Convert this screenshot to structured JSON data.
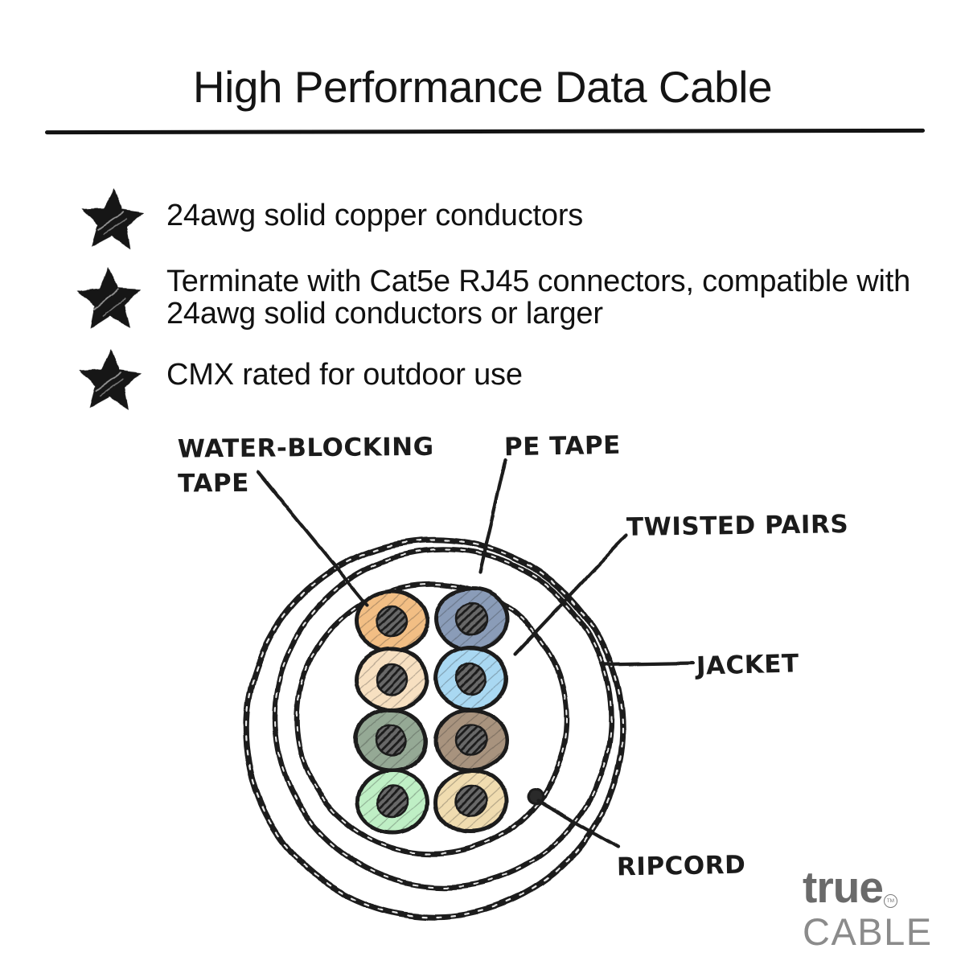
{
  "title": "High Performance Data Cable",
  "features": [
    {
      "icon": "star-icon",
      "label": "24awg solid copper conductors"
    },
    {
      "icon": "star-icon",
      "label": "Terminate with Cat5e RJ45 connectors, compatible with 24awg solid conductors or larger"
    },
    {
      "icon": "star-icon",
      "label": "CMX rated for outdoor use"
    }
  ],
  "icon_color": "#141414",
  "diagram": {
    "type": "cable-cross-section",
    "ink_color": "#1d1d1d",
    "labels": {
      "water_blocking_tape": "WATER-BLOCKING TAPE",
      "pe_tape": "PE TAPE",
      "twisted_pairs": "TWISTED PAIRS",
      "jacket": "JACKET",
      "ripcord": "RIPCORD"
    },
    "wires": [
      {
        "name": "orange",
        "color": "#F2BE84"
      },
      {
        "name": "blue-gray",
        "color": "#8A9CB8"
      },
      {
        "name": "cream",
        "color": "#F7E0C1"
      },
      {
        "name": "light-blue",
        "color": "#A9D8F2"
      },
      {
        "name": "green-gray",
        "color": "#95A995"
      },
      {
        "name": "brown",
        "color": "#A8937E"
      },
      {
        "name": "light-green",
        "color": "#BFEFC5"
      },
      {
        "name": "tan",
        "color": "#F0DCB0"
      }
    ]
  },
  "logo": {
    "brand_top": "true",
    "trademark": "TM",
    "brand_bottom": "CABLE",
    "color_top": "#6a6a6a",
    "color_bottom": "#8b8b8b"
  }
}
